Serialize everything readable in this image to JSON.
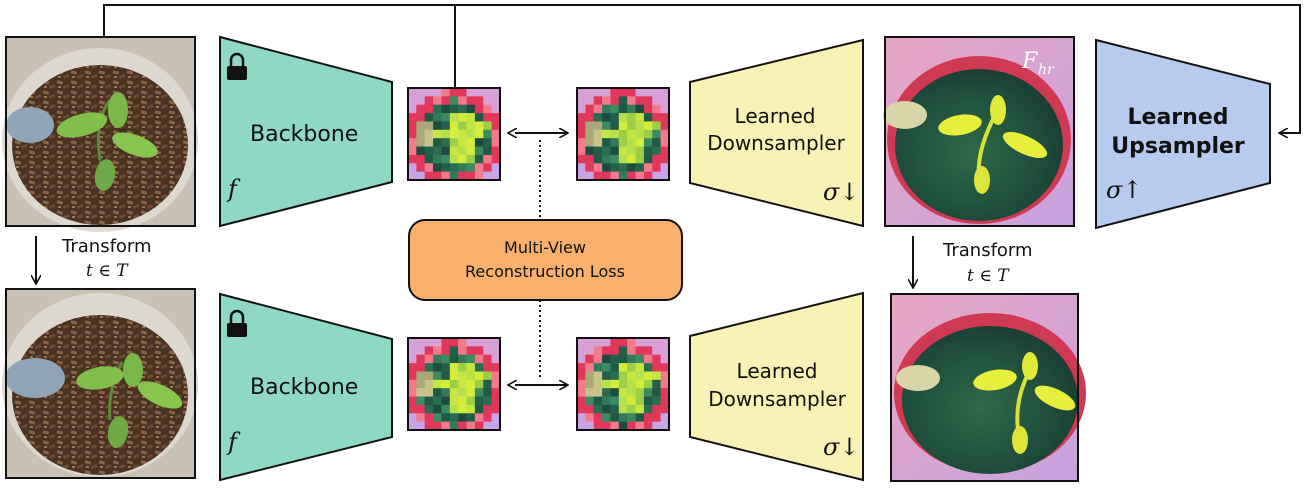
{
  "colors": {
    "backbone": "#8ed8c4",
    "downsampler": "#f8f2b4",
    "upsampler": "#b7cbf0",
    "loss": "#f8b06c",
    "stroke": "#111111"
  },
  "top_row": {
    "backbone_label": "Backbone",
    "backbone_symbol": "f",
    "downsampler_label_line1": "Learned",
    "downsampler_label_line2": "Downsampler",
    "downsampler_symbol": "σ↓",
    "features_label": "F",
    "features_subscript": "hr",
    "upsampler_label_line1": "Learned",
    "upsampler_label_line2": "Upsampler",
    "upsampler_symbol": "σ↑"
  },
  "bottom_row": {
    "backbone_label": "Backbone",
    "backbone_symbol": "f",
    "downsampler_label_line1": "Learned",
    "downsampler_label_line2": "Downsampler",
    "downsampler_symbol": "σ↓"
  },
  "transform_left": {
    "label": "Transform",
    "math": "t ∈ T"
  },
  "transform_right": {
    "label": "Transform",
    "math": "t ∈ T"
  },
  "loss": {
    "line1": "Multi-View",
    "line2": "Reconstruction Loss"
  },
  "icons": {
    "lock": "lock-icon",
    "arrow": "double-arrow-icon"
  }
}
